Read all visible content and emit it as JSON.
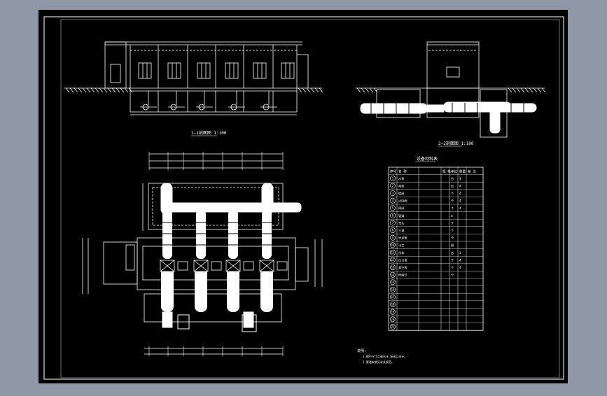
{
  "colors": {
    "backdrop": "#8e98a6",
    "sheet": "#000000",
    "line": "#ffffff",
    "frame": "#d8d8d8"
  },
  "drawing": {
    "section1_caption": "1—1剖面图 1:100",
    "section2_caption": "2—2剖面图 1:100",
    "table_title": "设备材料表",
    "table_header": [
      "序号",
      "名 称",
      "规 格",
      "单位",
      "数量",
      "备 注"
    ],
    "table_rows": [
      [
        "1",
        "水泵",
        "",
        "台",
        "4",
        ""
      ],
      [
        "2",
        "电机",
        "",
        "台",
        "4",
        ""
      ],
      [
        "3",
        "蝶阀",
        "",
        "个",
        "4",
        ""
      ],
      [
        "4",
        "止回阀",
        "",
        "个",
        "4",
        ""
      ],
      [
        "5",
        "闸阀",
        "",
        "个",
        "4",
        ""
      ],
      [
        "6",
        "管道",
        "",
        "m",
        "",
        ""
      ],
      [
        "7",
        "弯头",
        "",
        "个",
        "",
        ""
      ],
      [
        "8",
        "三通",
        "",
        "个",
        "",
        ""
      ],
      [
        "9",
        "异径管",
        "",
        "个",
        "",
        ""
      ],
      [
        "10",
        "法兰",
        "",
        "副",
        "",
        ""
      ],
      [
        "11",
        "吊车",
        "",
        "台",
        "1",
        ""
      ],
      [
        "12",
        "压力表",
        "",
        "个",
        "4",
        ""
      ],
      [
        "13",
        "真空表",
        "",
        "个",
        "4",
        ""
      ],
      [
        "14",
        "伸缩节",
        "",
        "个",
        "",
        ""
      ],
      [
        "15",
        "",
        "",
        "",
        "",
        ""
      ],
      [
        "16",
        "",
        "",
        "",
        "",
        ""
      ],
      [
        "17",
        "",
        "",
        "",
        "",
        ""
      ],
      [
        "18",
        "",
        "",
        "",
        "",
        ""
      ],
      [
        "19",
        "",
        "",
        "",
        "",
        ""
      ],
      [
        "20",
        "",
        "",
        "",
        "",
        ""
      ],
      [
        "21",
        "",
        "",
        "",
        "",
        ""
      ]
    ],
    "notes_title": "说明:",
    "notes_lines": [
      "1.图中尺寸以毫米计,标高以米计。",
      "2.管道安装见有关规范。"
    ]
  }
}
